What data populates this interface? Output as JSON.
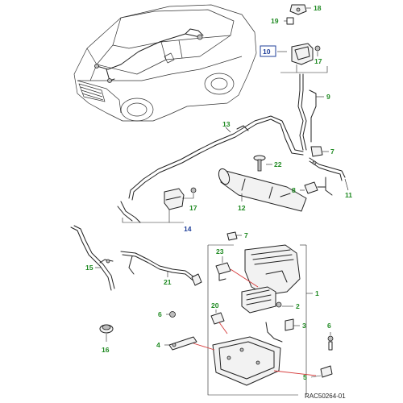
{
  "diagram": {
    "reference_code": "RAC50264-01",
    "callouts": [
      {
        "id": "c1",
        "text": "1",
        "style": "green"
      },
      {
        "id": "c2",
        "text": "2",
        "style": "green"
      },
      {
        "id": "c3",
        "text": "3",
        "style": "green"
      },
      {
        "id": "c4",
        "text": "4",
        "style": "green"
      },
      {
        "id": "c5",
        "text": "5",
        "style": "green"
      },
      {
        "id": "c6a",
        "text": "6",
        "style": "green"
      },
      {
        "id": "c6b",
        "text": "6",
        "style": "green"
      },
      {
        "id": "c7a",
        "text": "7",
        "style": "green"
      },
      {
        "id": "c7b",
        "text": "7",
        "style": "green"
      },
      {
        "id": "c8",
        "text": "8",
        "style": "green"
      },
      {
        "id": "c9",
        "text": "9",
        "style": "green"
      },
      {
        "id": "c10",
        "text": "10",
        "style": "blue"
      },
      {
        "id": "c11",
        "text": "11",
        "style": "green"
      },
      {
        "id": "c12",
        "text": "12",
        "style": "green"
      },
      {
        "id": "c13",
        "text": "13",
        "style": "green"
      },
      {
        "id": "c14",
        "text": "14",
        "style": "blue"
      },
      {
        "id": "c15",
        "text": "15",
        "style": "green"
      },
      {
        "id": "c16",
        "text": "16",
        "style": "green"
      },
      {
        "id": "c17a",
        "text": "17",
        "style": "green"
      },
      {
        "id": "c17b",
        "text": "17",
        "style": "green"
      },
      {
        "id": "c18",
        "text": "18",
        "style": "green"
      },
      {
        "id": "c19",
        "text": "19",
        "style": "green"
      },
      {
        "id": "c20",
        "text": "20",
        "style": "green"
      },
      {
        "id": "c21",
        "text": "21",
        "style": "green"
      },
      {
        "id": "c22",
        "text": "22",
        "style": "green"
      },
      {
        "id": "c23",
        "text": "23",
        "style": "green"
      }
    ],
    "colors": {
      "callout_green": "#1f8a22",
      "callout_blue": "#1f3f9a",
      "leader_red": "#d63a3a",
      "line_art": "#222222"
    }
  }
}
